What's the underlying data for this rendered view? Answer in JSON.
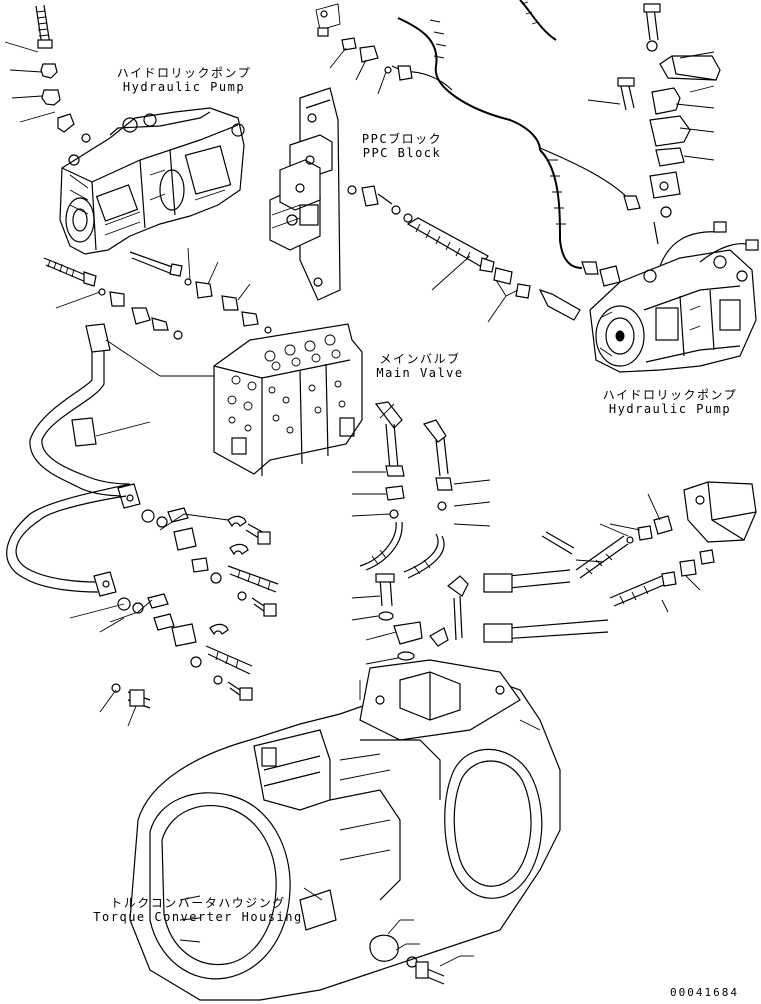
{
  "labels": {
    "hydraulic_pump_1": {
      "jp": "ハイドロリックポンプ",
      "en": "Hydraulic Pump"
    },
    "ppc_block": {
      "jp": "PPCブロック",
      "en": "PPC Block"
    },
    "main_valve": {
      "jp": "メインバルブ",
      "en": "Main Valve"
    },
    "hydraulic_pump_2": {
      "jp": "ハイドロリックポンプ",
      "en": "Hydraulic Pump"
    },
    "torque_converter_housing": {
      "jp": "トルクコンバータハウジング",
      "en": "Torque Converter Housing"
    }
  },
  "document_number": "00041684"
}
